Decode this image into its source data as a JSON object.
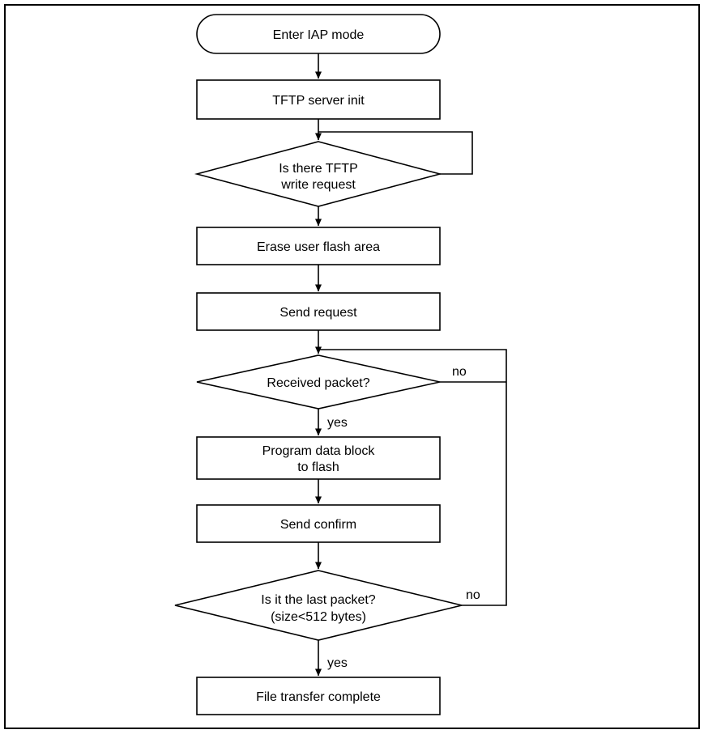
{
  "diagram": {
    "kind": "flowchart",
    "nodes": {
      "start": {
        "shape": "terminator",
        "label": "Enter IAP mode"
      },
      "tftp_server_init": {
        "shape": "process",
        "label": "TFTP server init"
      },
      "tftp_write_request": {
        "shape": "decision",
        "lines": [
          "Is there TFTP",
          "write request"
        ]
      },
      "erase_flash": {
        "shape": "process",
        "label": "Erase user flash area"
      },
      "send_request": {
        "shape": "process",
        "label": "Send request"
      },
      "received_packet": {
        "shape": "decision",
        "label": "Received packet?"
      },
      "program_flash": {
        "shape": "process",
        "lines": [
          "Program data block",
          "to flash"
        ]
      },
      "send_confirm": {
        "shape": "process",
        "label": "Send confirm"
      },
      "last_packet": {
        "shape": "decision",
        "lines": [
          "Is it the last packet?",
          "(size<512 bytes)"
        ]
      },
      "file_transfer_complete": {
        "shape": "process",
        "label": "File transfer complete"
      }
    },
    "branch_labels": {
      "received_packet_yes": "yes",
      "received_packet_no": "no",
      "last_packet_yes": "yes",
      "last_packet_no": "no"
    },
    "colors": {
      "stroke": "#000000",
      "fill": "#ffffff",
      "text": "#000000",
      "background": "#ffffff"
    }
  }
}
